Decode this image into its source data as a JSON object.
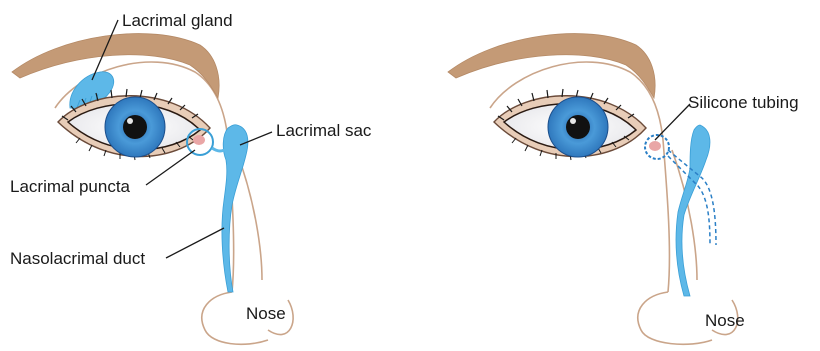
{
  "left_panel": {
    "labels": {
      "lacrimal_gland": "Lacrimal gland",
      "lacrimal_sac": "Lacrimal sac",
      "lacrimal_puncta": "Lacrimal puncta",
      "nasolacrimal_duct": "Nasolacrimal duct",
      "nose": "Nose"
    }
  },
  "right_panel": {
    "labels": {
      "silicone_tubing": "Silicone tubing",
      "nose": "Nose"
    }
  },
  "colors": {
    "duct_blue": "#5db8e8",
    "iris_blue": "#3d8fd0",
    "brow": "#c49a76",
    "skin_line": "#caa58a",
    "tubing_dashed": "#2a7fc6"
  }
}
